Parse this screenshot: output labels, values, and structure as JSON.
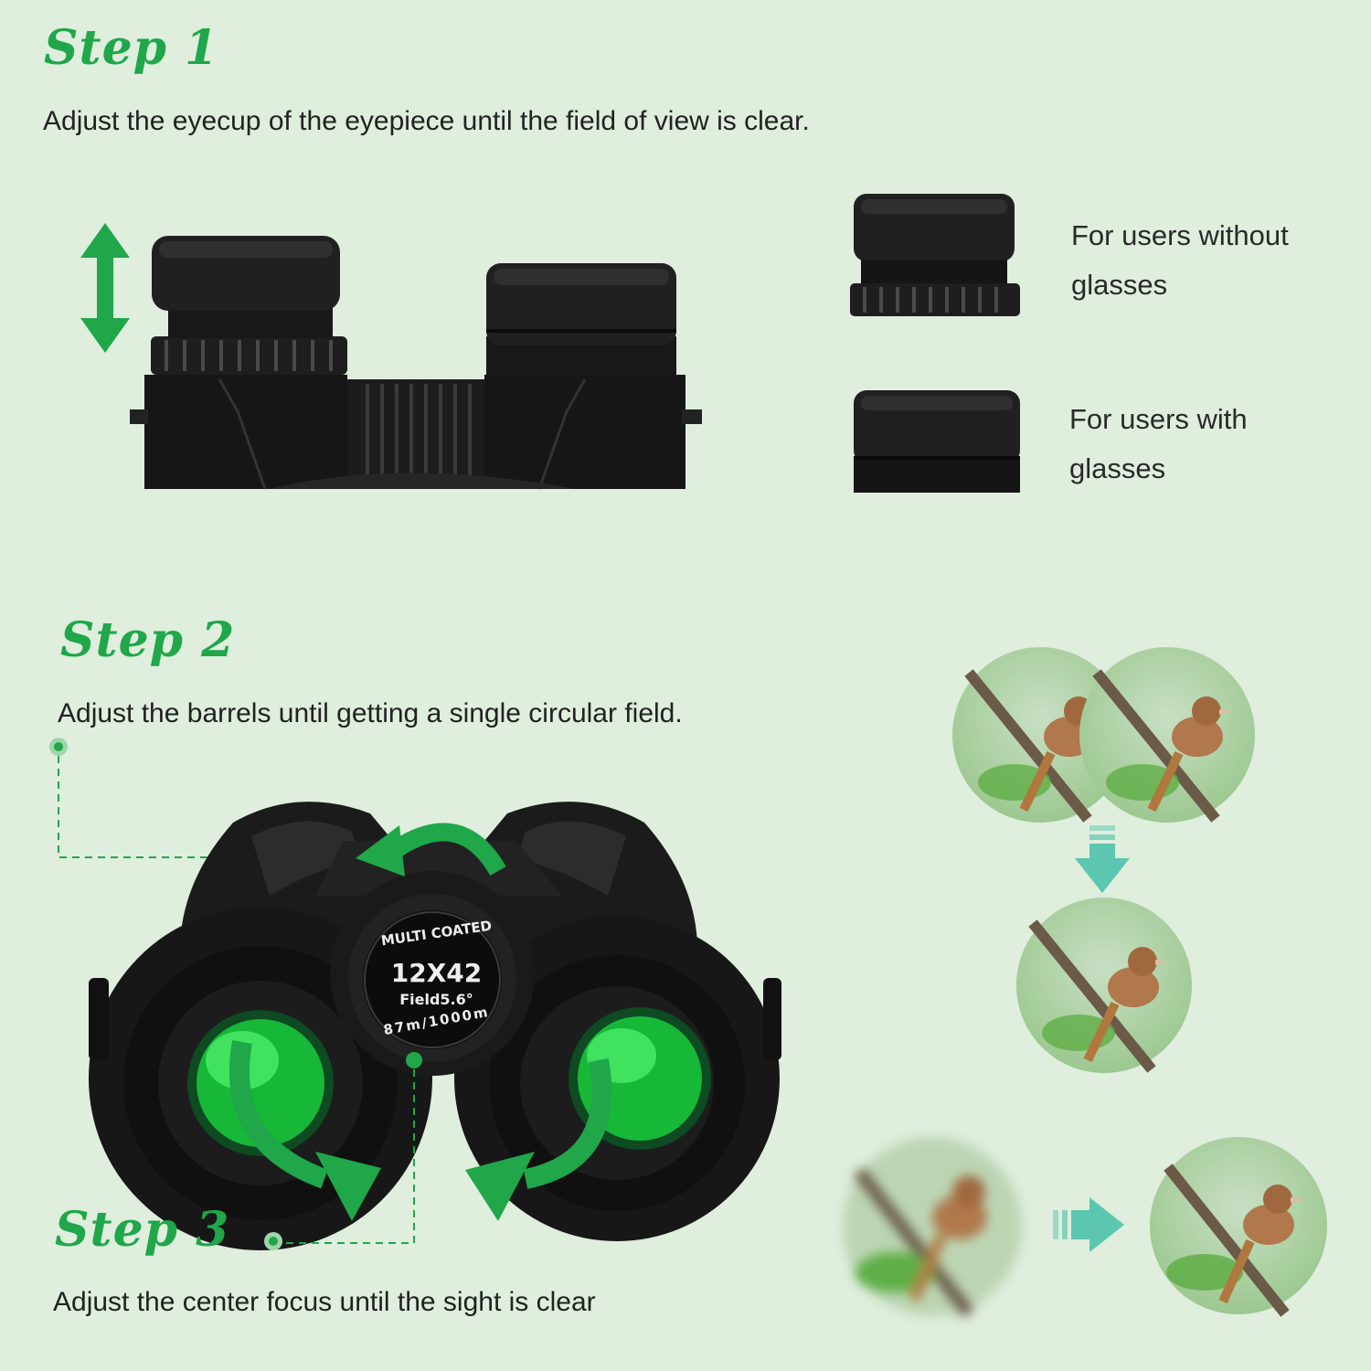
{
  "colors": {
    "accent_green": "#1fa74a",
    "teal_arrow": "#5cc6b0",
    "background": "#dfeedd",
    "body_black": "#151515"
  },
  "step1": {
    "title": "Step 1",
    "description": "Adjust the eyecup of the eyepiece until the field of view is clear.",
    "option_without_glasses": {
      "line1": "For users without",
      "line2": "glasses"
    },
    "option_with_glasses": {
      "line1": "For users with",
      "line2": "glasses"
    }
  },
  "step2": {
    "title": "Step 2",
    "description": "Adjust the barrels until getting a single circular field."
  },
  "step3": {
    "title": "Step 3",
    "description": "Adjust the center focus until the sight is clear"
  },
  "focus_wheel": {
    "line1": "MULTI COATED",
    "line2": "12X42",
    "line3": "Field5.6°",
    "line4": "87m/1000m"
  },
  "icons": {
    "up_down_arrow": "double-arrow-icon",
    "rotate_arrow": "curved-arrow-icon",
    "down_arrow": "down-arrow-icon",
    "right_arrow": "right-arrow-icon"
  }
}
